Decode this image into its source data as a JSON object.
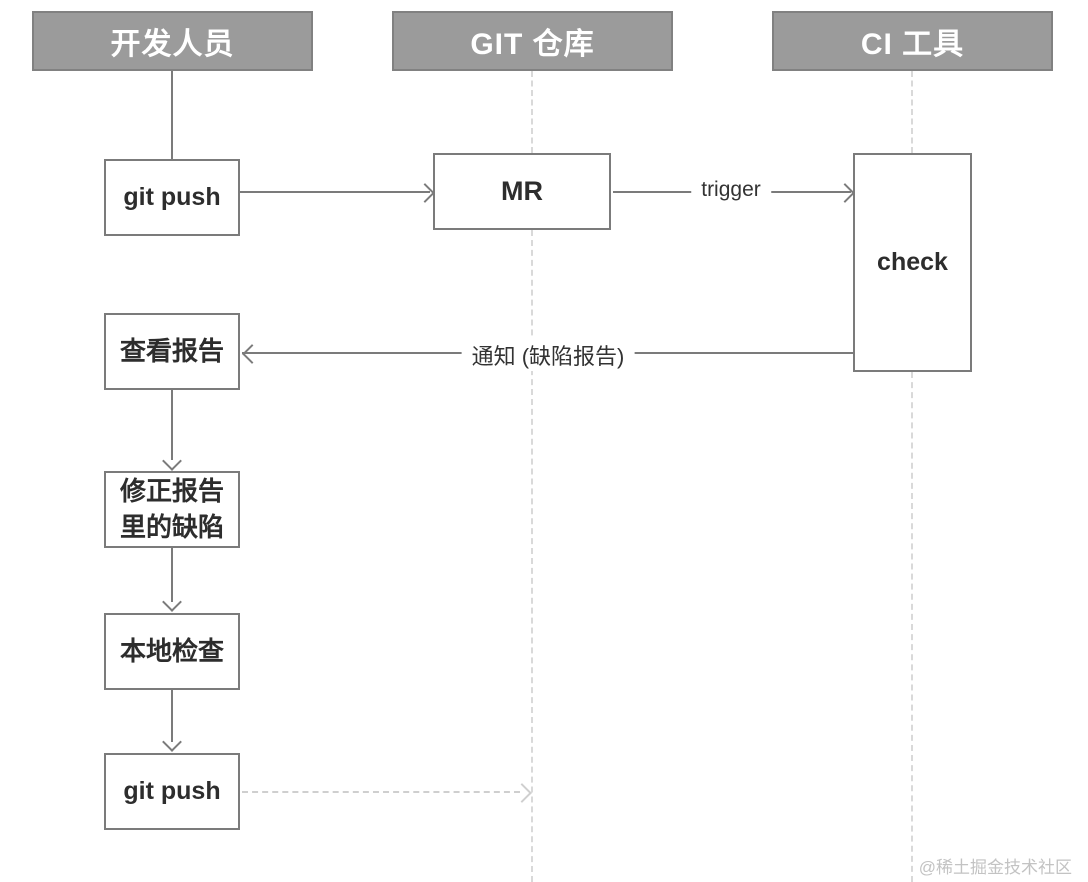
{
  "diagram": {
    "lanes": [
      {
        "label": "开发人员"
      },
      {
        "label": "GIT 仓库"
      },
      {
        "label": "CI 工具"
      }
    ],
    "nodes": {
      "git_push_1": "git push",
      "mr": "MR",
      "check": "check",
      "view_report": "查看报告",
      "fix_defects": "修正报告\n里的缺陷",
      "local_check": "本地检查",
      "git_push_2": "git push"
    },
    "edge_labels": {
      "trigger": "trigger",
      "notify": "通知 (缺陷报告)"
    },
    "watermark": "@稀土掘金技术社区",
    "colors": {
      "header_fill": "#9b9b9b",
      "header_border": "#818181",
      "header_text": "#ffffff",
      "node_border": "#7b7b7b",
      "node_text": "#2d2d2d",
      "arrow": "#7b7b7b",
      "lifeline_dashed": "#d9d9d9",
      "dashed_arrow": "#cfcfcf",
      "watermark_text": "#c3c3c3"
    }
  }
}
